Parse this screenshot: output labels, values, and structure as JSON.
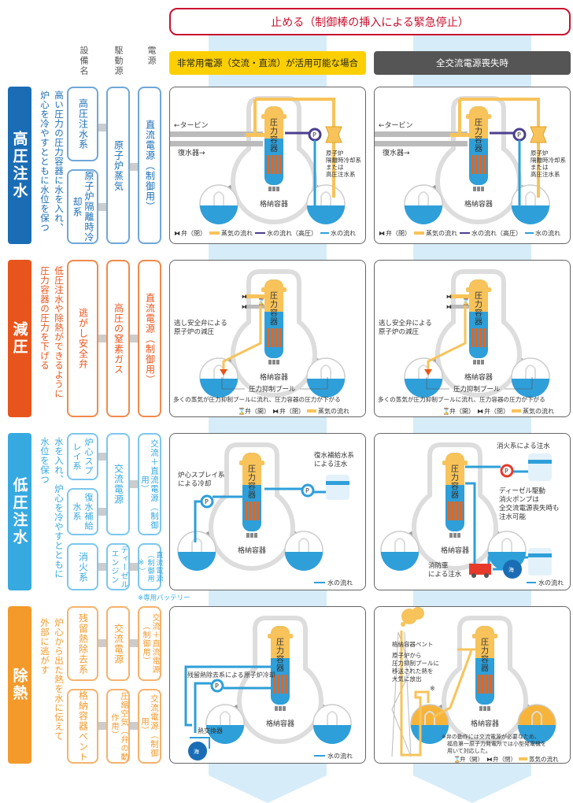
{
  "header": {
    "title": "止める（制御棒の挿入による緊急停止）",
    "scenario_left": "非常用電源（交流・直流）が活用可能な場合",
    "scenario_right": "全交流電源喪失時"
  },
  "columns": [
    "設備名",
    "駆動源",
    "電源"
  ],
  "colors": {
    "high_pressure": "#1a6db5",
    "depressurize": "#e8551c",
    "low_pressure": "#36a9e1",
    "heat_removal": "#f39a2b",
    "steam": "#f7c35a",
    "water": "#2e9fd9",
    "water_high": "#4b3f8f"
  },
  "common": {
    "containment": "格納容器",
    "vessel": "圧力容器",
    "pump": "P",
    "sea": "海"
  },
  "legend": {
    "valve_closed": "弁（閉）",
    "valve_open": "弁（開）",
    "steam_flow": "蒸気の流れ",
    "water_flow": "水の流れ",
    "water_flow_high": "水の流れ（高圧）"
  },
  "rows": [
    {
      "category": "高圧注水",
      "desc": [
        "高い圧力の圧力容器に水を入れ、",
        "炉心を冷やすとともに水位を保つ"
      ],
      "equipment": [
        "高圧注水系",
        "原子炉隔離時冷却系"
      ],
      "drive": [
        "原子炉蒸気"
      ],
      "power": [
        "直流電源（制御用）"
      ],
      "panel": {
        "turbine": "←タービン",
        "condenser": "復水器→",
        "system_label": [
          "原子炉",
          "隔離時冷却系",
          "または",
          "高圧注水系"
        ]
      }
    },
    {
      "category": "減圧",
      "desc": [
        "低圧注水や除熱ができるように",
        "圧力容器の圧力を下げる"
      ],
      "equipment": [
        "逃がし安全弁"
      ],
      "drive": [
        "高圧の窒素ガス"
      ],
      "power": [
        "直流電源（制御用）"
      ],
      "panel": {
        "srv_label": [
          "逃し安全弁による",
          "原子炉の減圧"
        ],
        "pool_label": "圧力抑制プール",
        "caption": "多くの蒸気が圧力抑制プールに流れ、圧力容器の圧力が下がる"
      }
    },
    {
      "category": "低圧注水",
      "desc": [
        "水を入れ、炉心を冷やすとともに",
        "水位を保つ"
      ],
      "equipment": [
        "炉心スプレイ系",
        "復水補給水系",
        "消火系"
      ],
      "drive": [
        "交流電源",
        "ディーゼルエンジン"
      ],
      "power": [
        "交流＋直流電源（制御用）",
        "直流電源（制御用※）"
      ],
      "note": "※専用バッテリー",
      "panel_left": {
        "spray": [
          "炉心スプレイ系",
          "による冷却"
        ],
        "makeup": [
          "復水補給水系",
          "による注水"
        ]
      },
      "panel_right": {
        "fire": "消火系による注水",
        "diesel": [
          "ディーゼル駆動",
          "消火ポンプは",
          "全交流電源喪失時も",
          "注水可能"
        ],
        "truck": [
          "消防車",
          "による注水"
        ]
      }
    },
    {
      "category": "除熱",
      "desc": [
        "炉心から出た熱を水に伝えて",
        "外部に逃がす"
      ],
      "equipment": [
        "残留熱除去系",
        "格納容器ベント"
      ],
      "drive": [
        "交流電源",
        "圧縮空気（弁の動作用）"
      ],
      "power": [
        "交流＋直流電源（制御用）",
        "交流電源（制御用）"
      ],
      "panel_left": {
        "rhr": "残留熱除去系による原子炉冷却",
        "hx": "熱交換器"
      },
      "panel_right": {
        "vent": "格納容器ベント",
        "release": [
          "原子炉から",
          "圧力抑制プールに",
          "移送された熱を",
          "大気に放出"
        ],
        "mark": "※",
        "footnote": [
          "※弁の動作には交流電源が必要なため、",
          "福島第一原子力発電所では小型発電機を",
          "用いて対応した。"
        ]
      }
    }
  ]
}
